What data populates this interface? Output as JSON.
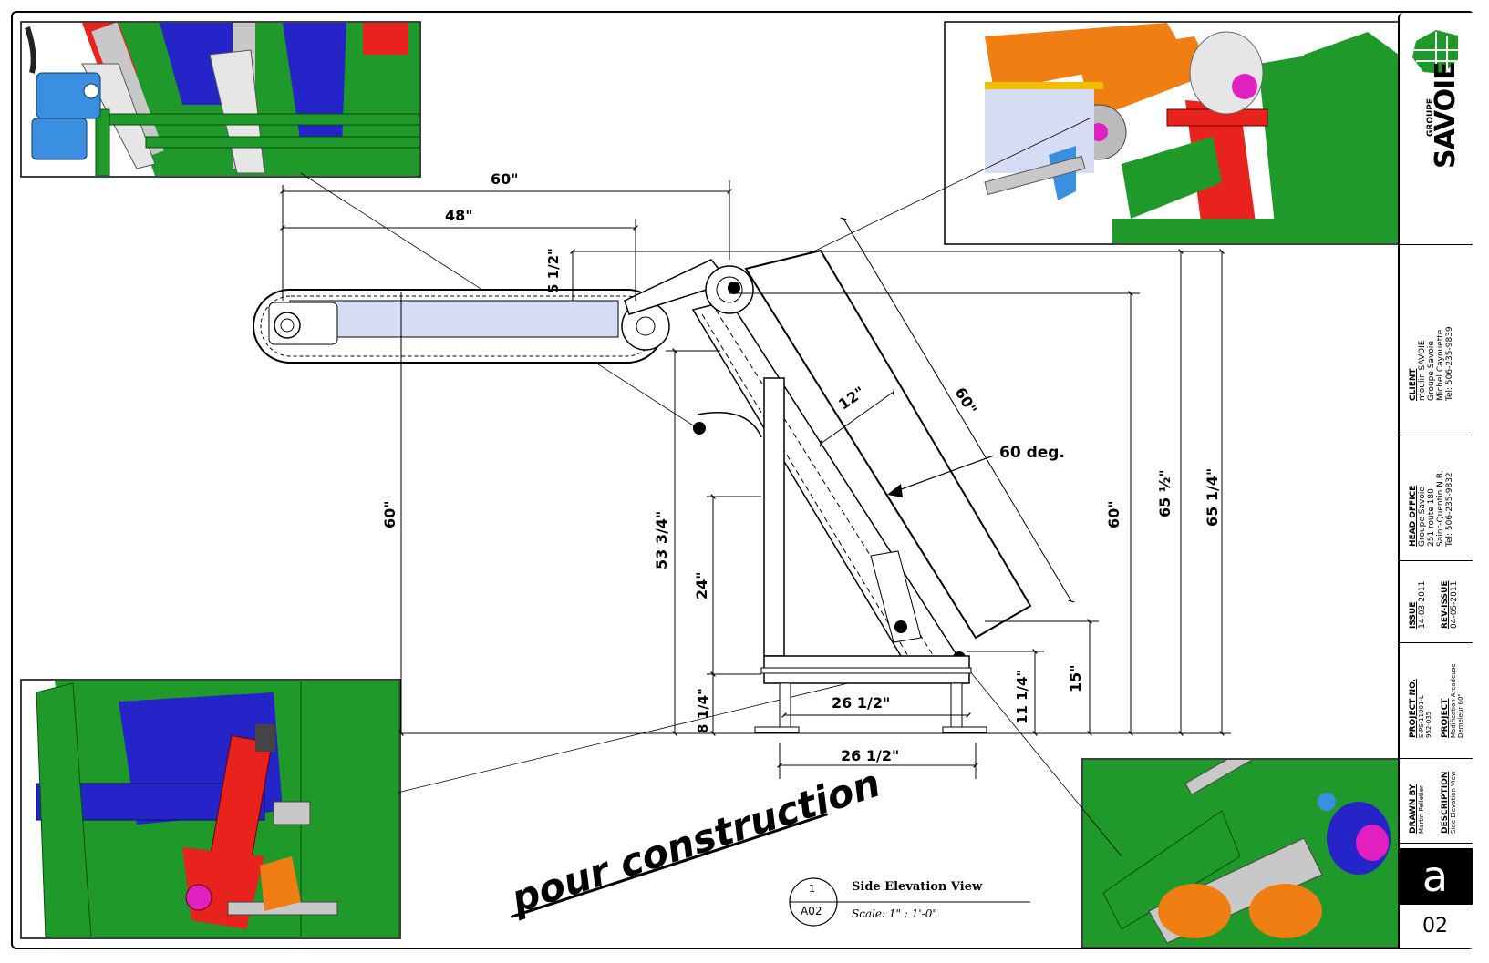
{
  "sheet": {
    "company": "SAVOIE",
    "company_small": "GROUPE",
    "sheet_letter": "a",
    "sheet_number": "02",
    "stamp": "pour construction"
  },
  "view_title": {
    "number": "1",
    "ref": "A02",
    "title": "Side Elevation View",
    "scale": "Scale:  1\" : 1'-0\""
  },
  "title_block": {
    "client_label": "CLIENT",
    "client_lines": [
      "moulin SAVOIE",
      "Groupe Savoie",
      "Michel Cayouette",
      "Tel: 506-235-9839"
    ],
    "head_office_label": "HEAD OFFICE",
    "head_office_lines": [
      "Groupe Savoie",
      "251 route 180",
      "Saint-Quentin N.B.",
      "Tel: 506-235-9832"
    ],
    "issue_label": "ISSUE",
    "issue_value": "14-03-2011",
    "rev_label": "REV-ISSUE",
    "rev_value": "04-05-2011",
    "project_no_label": "PROJECT NO.",
    "project_no_lines": [
      "S-PS-11001-L",
      "952-035"
    ],
    "project_label": "PROJECT",
    "project_lines": [
      "Modification Arcadeuse",
      "Demeleur 60\""
    ],
    "drawn_by_label": "DRAWN BY",
    "drawn_by_value": "Martin Pelletier",
    "description_label": "DESCRIPTION",
    "description_value": "Side Elevation View"
  },
  "dimensions": {
    "top_60": "60\"",
    "top_48": "48\"",
    "rise": "5 1/2\"",
    "left_60": "60\"",
    "height_53": "53 3/4\"",
    "height_24": "24\"",
    "height_8": "8 1/4\"",
    "base_26_a": "26 1/2\"",
    "base_26_b": "26 1/2\"",
    "h_11": "11 1/4\"",
    "h_15": "15\"",
    "right_60": "60\"",
    "right_65_half": "65 ½\"",
    "right_65_quarter": "65 1/4\"",
    "incline_12": "12\"",
    "incline_60": "60\"",
    "angle": "60 deg."
  },
  "colors": {
    "frame_green": "#1f9a2a",
    "bracket_blue": "#2424c8",
    "cylinder_red": "#e8231d",
    "motor_blue": "#3a8fe0",
    "roller_orange": "#f07e12",
    "bearing_magenta": "#e020c0",
    "chain_grey": "#c8c8c8",
    "conveyor_fill": "#d7dcf5"
  }
}
